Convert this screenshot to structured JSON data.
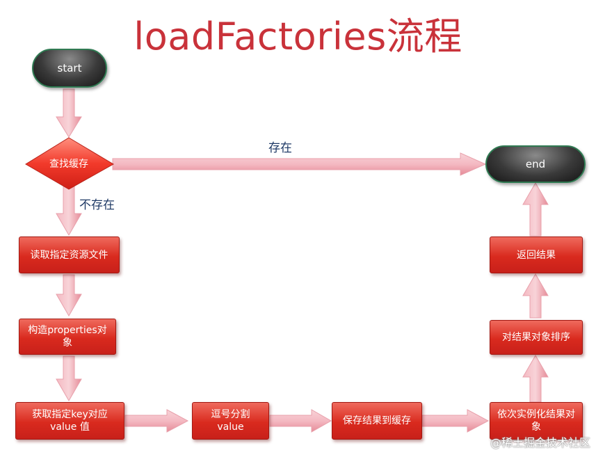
{
  "title": "loadFactories流程",
  "nodes": {
    "start": "start",
    "end": "end",
    "find_cache": "查找缓存",
    "read_file": "读取指定资源文件",
    "build_properties": "构造properties对象",
    "get_value": "获取指定key对应value 值",
    "split_comma": "逗号分割value",
    "save_cache": "保存结果到缓存",
    "instantiate": "依次实例化结果对象",
    "sort": "对结果对象排序",
    "return": "返回结果"
  },
  "edge_labels": {
    "exists": "存在",
    "not_exists": "不存在"
  },
  "watermark": "@稀土掘金技术社区"
}
